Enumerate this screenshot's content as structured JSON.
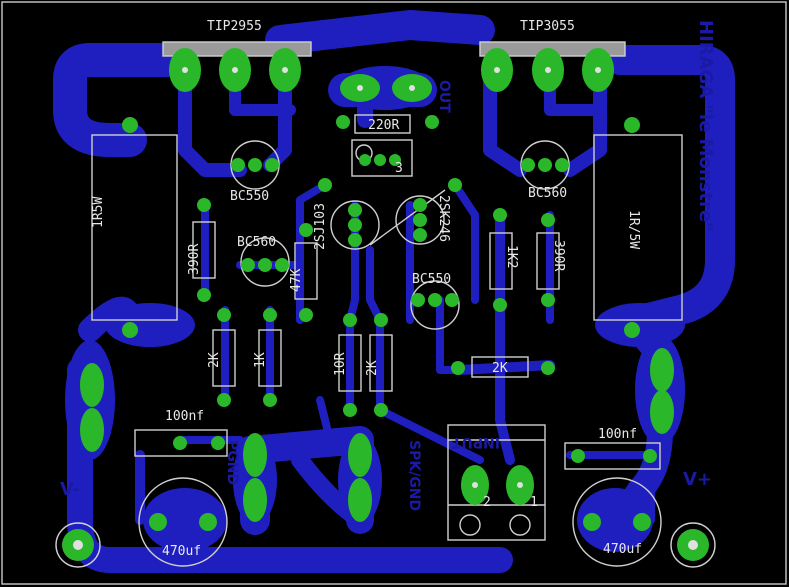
{
  "board": {
    "title": "HIRAGA \"le Monstre\"",
    "colors": {
      "background": "#000000",
      "copper": "#1f1fbf",
      "pad": "#2ab82a",
      "hole": "#bfe6bf",
      "silk": "#d8d8d8",
      "outline": "#c8c8c8"
    }
  },
  "labels": {
    "tip2955": "TIP2955",
    "tip3055": "TIP3055",
    "r220": "220R",
    "out": "OUT",
    "bc550_top": "BC550",
    "bc560_top": "BC560",
    "bc560_left": "BC560",
    "bc550_mid": "BC550",
    "r1r5w_left": "1R5W",
    "r1r5w_right": "1R/5W",
    "r390_left": "390R",
    "r390_right": "390R",
    "r47k": "47K",
    "r1k2": "1K2",
    "q2sj103": "2SJ103",
    "q2sk246": "2SK246",
    "r2k_a": "2K",
    "r1k": "1K",
    "r10r": "10R",
    "r2k_b": "2K",
    "r2k_c": "2K",
    "t3": "3",
    "c100nf_left": "100nf",
    "c100nf_right": "100nf",
    "c470_left": "470uf",
    "c470_right": "470uf",
    "vneg": "V-",
    "vpos": "V+",
    "pgnd": "PGND",
    "spkgnd": "SPK/GND",
    "input": "INPUT",
    "pin2": "2",
    "pin1": "1"
  }
}
